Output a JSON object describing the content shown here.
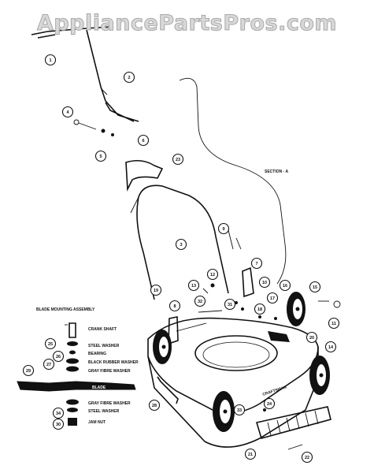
{
  "watermark": "AppliancePartsPros.com",
  "section_label": "SECTION - A",
  "inset_title": "BLADE MOUNTING ASSEMBLY",
  "inset_labels": {
    "crank_shaft": "CRANK SHAFT",
    "steel_washer_top": "STEEL WASHER",
    "bearing": "BEARING",
    "black_rubber_washer": "BLACK RUBBER WASHER",
    "gray_fibre_washer_top": "GRAY FIBRE WASHER",
    "blade": "BLADE",
    "gray_fibre_washer_bottom": "GRAY FIBRE WASHER",
    "steel_washer_bottom": "STEEL WASHER",
    "jam_nut": "JAM NUT"
  },
  "deck_brand": "CRAFTSMAN",
  "callouts": [
    "1",
    "2",
    "3",
    "4",
    "5",
    "6",
    "7",
    "8",
    "9",
    "10",
    "11",
    "12",
    "13",
    "14",
    "15",
    "16",
    "17",
    "18",
    "19",
    "20",
    "21",
    "22",
    "23",
    "24",
    "25",
    "26",
    "27",
    "28",
    "29",
    "30",
    "31",
    "32",
    "33",
    "34"
  ]
}
